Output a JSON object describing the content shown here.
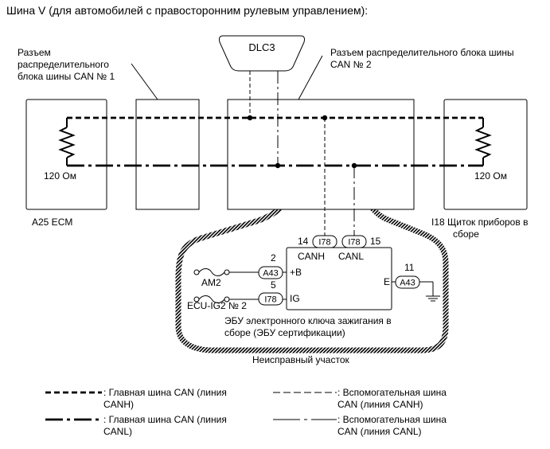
{
  "title": "Шина V (для автомобилей с правосторонним рулевым управлением):",
  "labels": {
    "dlc3": "DLC3",
    "jb1": [
      "Разъем",
      "распределительного",
      "блока шины CAN № 1"
    ],
    "jb2": [
      "Разъем распределительного блока шины",
      "CAN № 2"
    ],
    "res_left": "120 Ом",
    "res_right": "120 Ом",
    "a25": "A25 ECM",
    "i18": [
      "I18 Щиток приборов в",
      "сборе"
    ],
    "pin14": "14",
    "pin15": "15",
    "conn_i78": "I78",
    "canh": "CANH",
    "canl": "CANL",
    "pin2": "2",
    "pin5": "5",
    "pin11": "11",
    "conn_a43": "A43",
    "plus_b": "+B",
    "ig": "IG",
    "e": "E",
    "am2": "AM2",
    "ecu_ig2": "ECU-IG2 № 2",
    "ecu_name": [
      "ЭБУ электронного ключа зажигания в",
      "сборе (ЭБУ сертификации)"
    ],
    "faulty": "Неисправный участок"
  },
  "legend": [
    {
      "style": "main-canh",
      "text": [
        ": Главная шина CAN (линия",
        "CANH)"
      ]
    },
    {
      "style": "sub-canh",
      "text": [
        ": Вспомогательная шина",
        "CAN (линия CANH)"
      ]
    },
    {
      "style": "main-canl",
      "text": [
        ": Главная шина CAN (линия",
        "CANL)"
      ]
    },
    {
      "style": "sub-canl",
      "text": [
        ": Вспомогательная шина",
        "CAN (линия CANL)"
      ]
    }
  ]
}
